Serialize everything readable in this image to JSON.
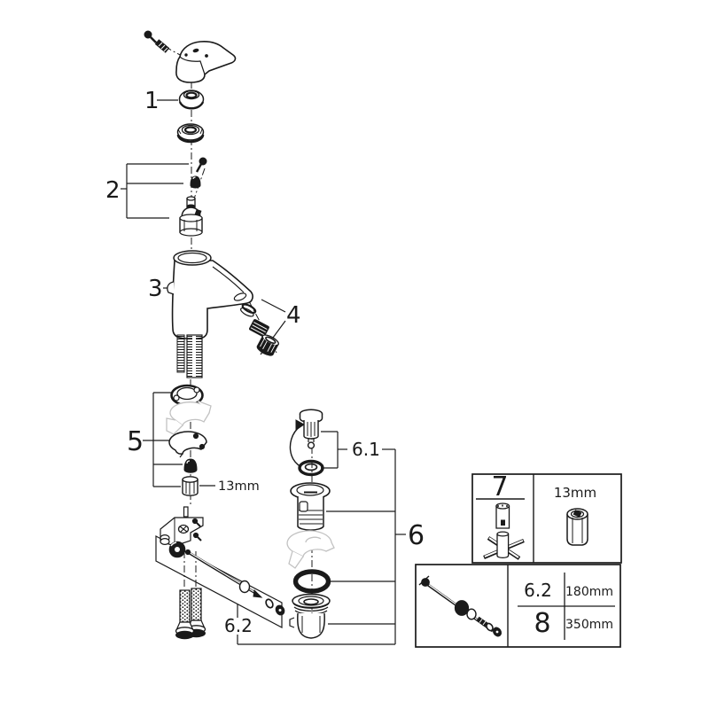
{
  "diagram_title": "faucet-exploded-parts-diagram",
  "callouts": {
    "n1": "1",
    "n2": "2",
    "n3": "3",
    "n4": "4",
    "n5": "5",
    "n6": "6",
    "n6_1": "6.1",
    "n6_2": "6.2",
    "nut_size": "13mm"
  },
  "tool_box": {
    "number": "7",
    "size": "13mm"
  },
  "rod_box": {
    "rows": [
      {
        "number": "6.2",
        "length": "180mm"
      },
      {
        "number": "8",
        "length": "350mm"
      }
    ]
  },
  "colors": {
    "line": "#1a1a1a",
    "ghost": "#c2c2c2",
    "background": "#ffffff"
  }
}
